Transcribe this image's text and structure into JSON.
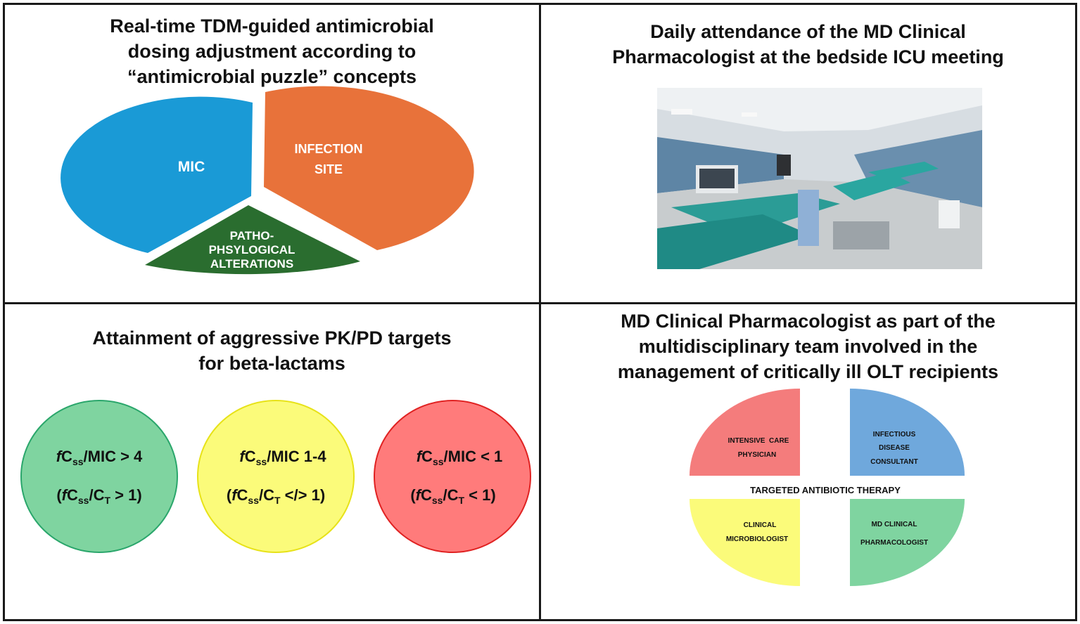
{
  "panel_tl": {
    "title": "Real-time TDM-guided antimicrobial\ndosing adjustment according to\n“antimicrobial puzzle” concepts",
    "slices": [
      {
        "label": "MIC",
        "color": "#1a9ad6"
      },
      {
        "label_line1": "INFECTION",
        "label_line2": "SITE",
        "color": "#e8723a"
      },
      {
        "label_line1": "PATHO-",
        "label_line2": "PHSYLOGICAL",
        "label_line3": "ALTERATIONS",
        "color": "#2a6d2f"
      }
    ]
  },
  "panel_tr": {
    "title": "Daily attendance of the MD Clinical\nPharmacologist at the bedside ICU meeting"
  },
  "panel_bl": {
    "title": "Attainment of aggressive PK/PD targets\nfor beta-lactams",
    "circles": [
      {
        "color": "#7fd4a0",
        "line1_pre": "f",
        "line1_c": "C",
        "line1_sub": "ss",
        "line1_post": "/MIC > 4",
        "line2_open": "(",
        "line2_pre": "f",
        "line2_c": "C",
        "line2_sub": "ss",
        "line2_mid": "/C",
        "line2_sub2": "T",
        "line2_post": " > 1)"
      },
      {
        "color": "#fbfb7a",
        "line1_pre": "f",
        "line1_c": "C",
        "line1_sub": "ss",
        "line1_post": "/MIC 1-4",
        "line2_open": "(",
        "line2_pre": "f",
        "line2_c": "C",
        "line2_sub": "ss",
        "line2_mid": "/C",
        "line2_sub2": "T",
        "line2_post": " </> 1)"
      },
      {
        "color": "#ff7b7b",
        "line1_pre": "f",
        "line1_c": "C",
        "line1_sub": "ss",
        "line1_post": "/MIC < 1",
        "line2_open": "(",
        "line2_pre": "f",
        "line2_c": "C",
        "line2_sub": "ss",
        "line2_mid": "/C",
        "line2_sub2": "T",
        "line2_post": " < 1)"
      }
    ]
  },
  "panel_br": {
    "title": "MD Clinical Pharmacologist as part of the\nmultidisciplinary team involved in the\nmanagement of critically ill OLT recipients",
    "center_label": "TARGETED ANTIBIOTIC THERAPY",
    "quadrants": [
      {
        "line1": "INTENSIVE  CARE",
        "line2": "PHYSICIAN",
        "color": "#f47c7c"
      },
      {
        "line1": "INFECTIOUS",
        "line2": "DISEASE",
        "line3": "CONSULTANT",
        "color": "#6fa8dc"
      },
      {
        "line1": "CLINICAL",
        "line2": "MICROBIOLOGIST",
        "color": "#fbfb7a"
      },
      {
        "line1": "MD CLINICAL",
        "line2": "PHARMACOLOGIST",
        "color": "#7fd4a0"
      }
    ]
  }
}
